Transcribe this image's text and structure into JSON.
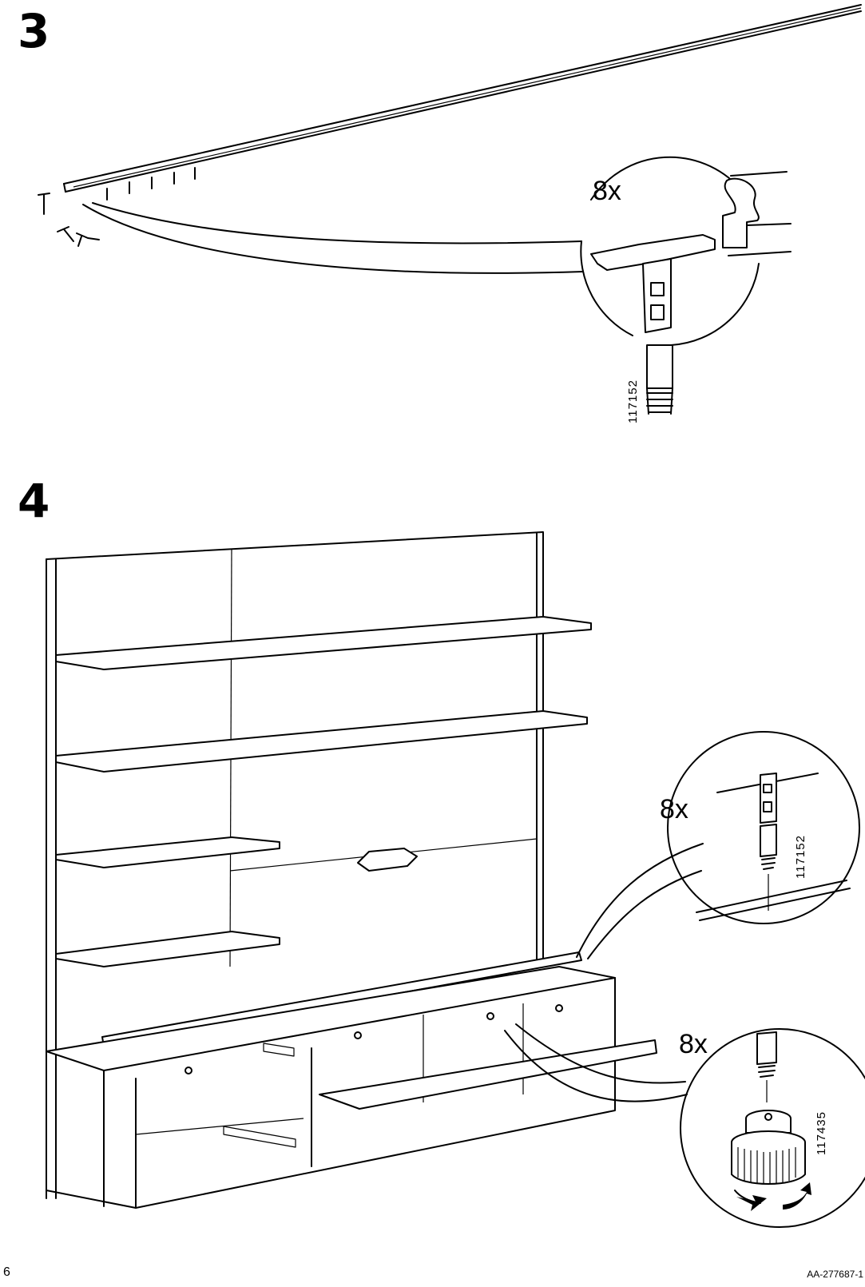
{
  "page": {
    "page_number": "6",
    "document_code": "AA-277687-1"
  },
  "step3": {
    "number": "3",
    "detail": {
      "quantity": "8x",
      "part_number": "117152"
    }
  },
  "step4": {
    "number": "4",
    "detail_top": {
      "quantity": "8x",
      "part_number": "117152"
    },
    "detail_bottom": {
      "quantity": "8x",
      "part_number": "117435"
    }
  }
}
